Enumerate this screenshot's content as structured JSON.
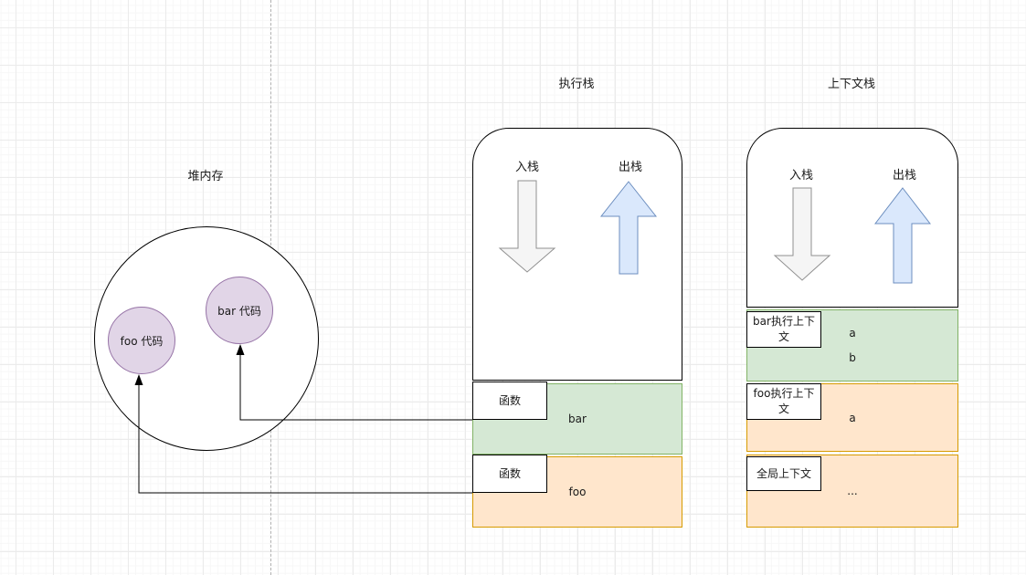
{
  "titles": {
    "heap": "堆内存",
    "execution_stack": "执行栈",
    "context_stack": "上下文栈"
  },
  "stack_controls": {
    "push": "入栈",
    "pop": "出栈"
  },
  "heap": {
    "nodes": [
      {
        "label": "foo 代码"
      },
      {
        "label": "bar 代码"
      }
    ]
  },
  "execution_stack": {
    "frames": [
      {
        "tag": "函数",
        "value": "bar",
        "color": "green"
      },
      {
        "tag": "函数",
        "value": "foo",
        "color": "orange"
      }
    ]
  },
  "context_stack": {
    "frames": [
      {
        "tag": "bar执行上下文",
        "values": [
          "a",
          "b"
        ],
        "color": "green"
      },
      {
        "tag": "foo执行上下文",
        "values": [
          "a"
        ],
        "color": "orange"
      },
      {
        "tag": "全局上下文",
        "values": [
          "..."
        ],
        "color": "orange"
      }
    ]
  },
  "colors": {
    "green_fill": "#d5e8d4",
    "green_stroke": "#82b366",
    "orange_fill": "#ffe6cc",
    "orange_stroke": "#d79b00",
    "purple_fill": "#e1d5e7",
    "purple_stroke": "#9673a6",
    "blue_arrow_fill": "#dae8fc",
    "blue_arrow_stroke": "#6c8ebf",
    "gray_arrow_fill": "#f5f5f5",
    "gray_arrow_stroke": "#909090",
    "connector": "#000000",
    "grid_major": "#ebebeb",
    "page_divider": "#b3b3b3"
  }
}
